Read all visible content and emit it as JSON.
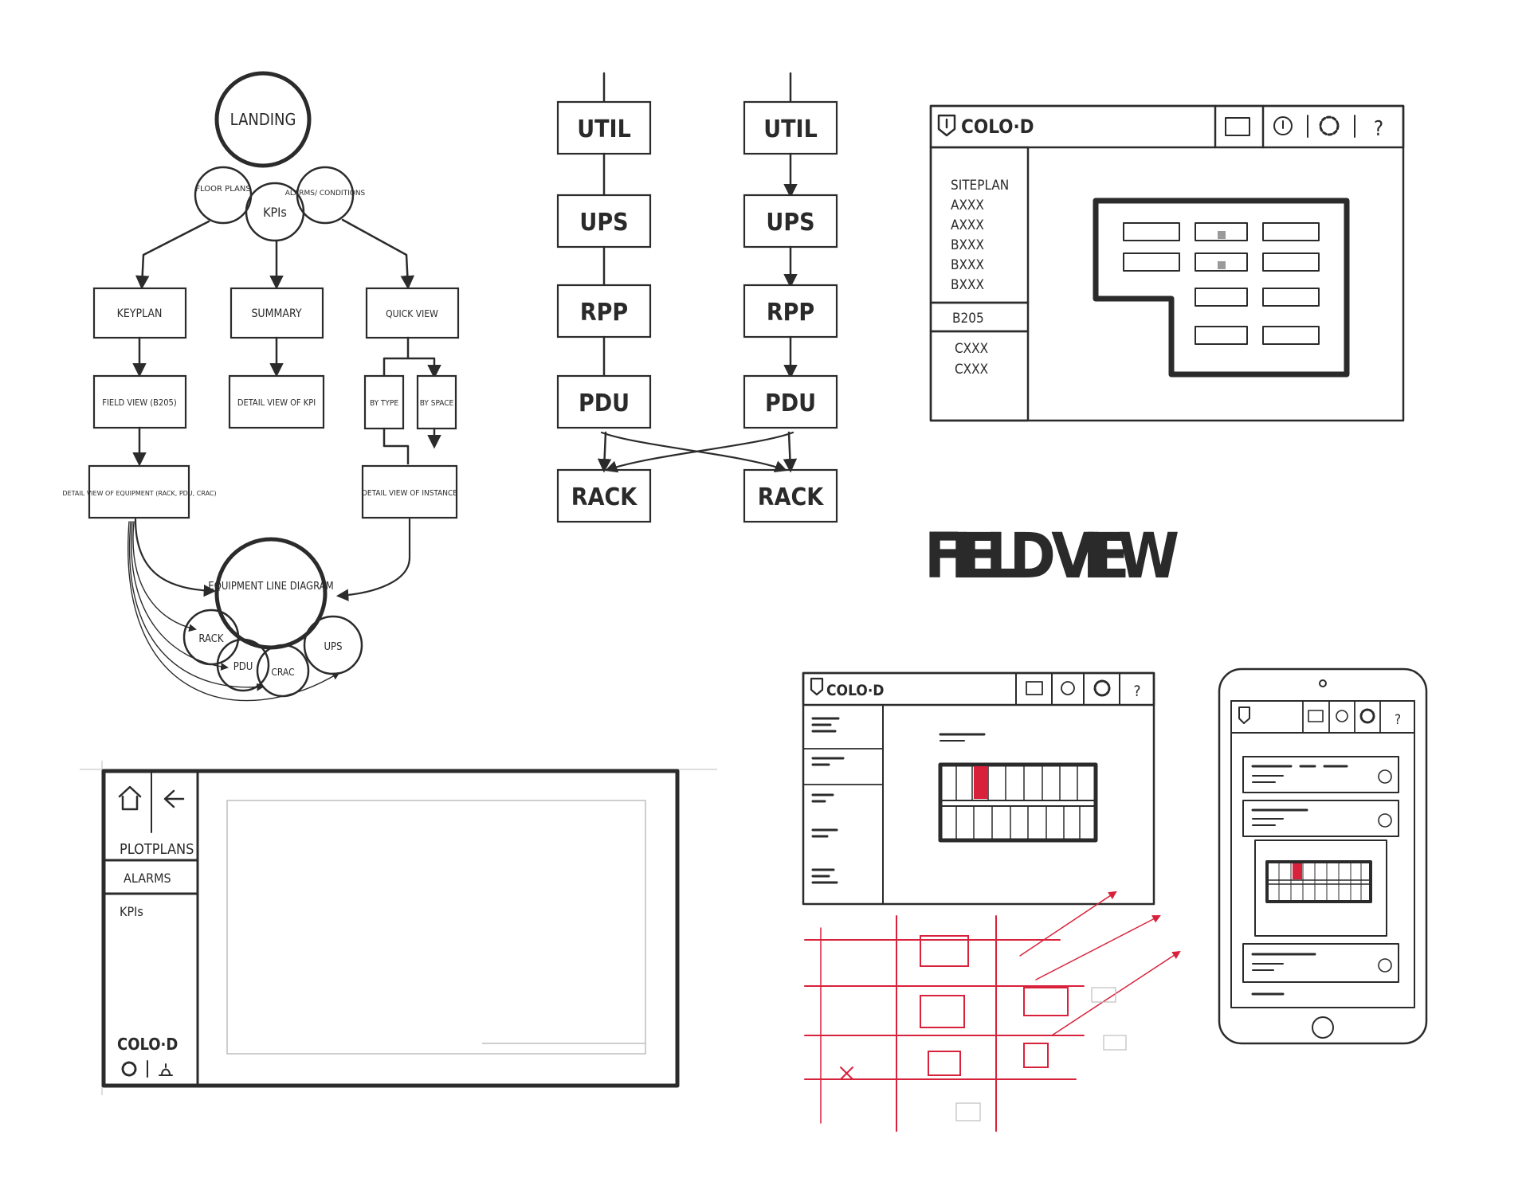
{
  "flow": {
    "landing": "LANDING",
    "floor_plans": "FLOOR PLANS",
    "kpis": "KPIs",
    "alarms_conditions": "ALARMS/ CONDITIONS",
    "keyplan": "KEYPLAN",
    "summary": "SUMMARY",
    "quick_view": "QUICK VIEW",
    "field_view": "FIELD VIEW (B205)",
    "detail_kpi": "DETAIL VIEW OF KPI",
    "by_type": "BY TYPE",
    "by_space": "BY SPACE",
    "detail_equipment": "DETAIL VIEW OF EQUIPMENT (RACK, PDU, CRAC)",
    "detail_instance": "DETAIL VIEW OF INSTANCE",
    "equipment_diagram": "EQUIPMENT LINE DIAGRAM",
    "rack": "RACK",
    "pdu": "PDU",
    "crac": "CRAC",
    "ups": "UPS"
  },
  "power_chain": {
    "left": [
      "UTIL",
      "UPS",
      "RPP",
      "PDU",
      "RACK"
    ],
    "right": [
      "UTIL",
      "UPS",
      "RPP",
      "PDU",
      "RACK"
    ]
  },
  "field_view_wireframe": {
    "logo": "COLO·D",
    "help": "?",
    "sidebar": [
      "SITEPLAN",
      "AXXX",
      "AXXX",
      "BXXX",
      "BXXX",
      "BXXX"
    ],
    "selected": "B205",
    "sidebar_bottom": [
      "CXXX",
      "CXXX"
    ]
  },
  "section_title": "FIELD VIEW",
  "plot_wireframe": {
    "plotplans": "PLOTPLANS",
    "alarms": "ALARMS",
    "kpis": "KPIs",
    "logo": "COLO·D"
  },
  "small_wireframe": {
    "logo": "COLO·D",
    "help": "?"
  },
  "tablet_wireframe": {
    "help": "?"
  },
  "colors": {
    "ink": "#2b2b2b",
    "alarm_red": "#d8223b",
    "shade": "#e6e6e6"
  }
}
